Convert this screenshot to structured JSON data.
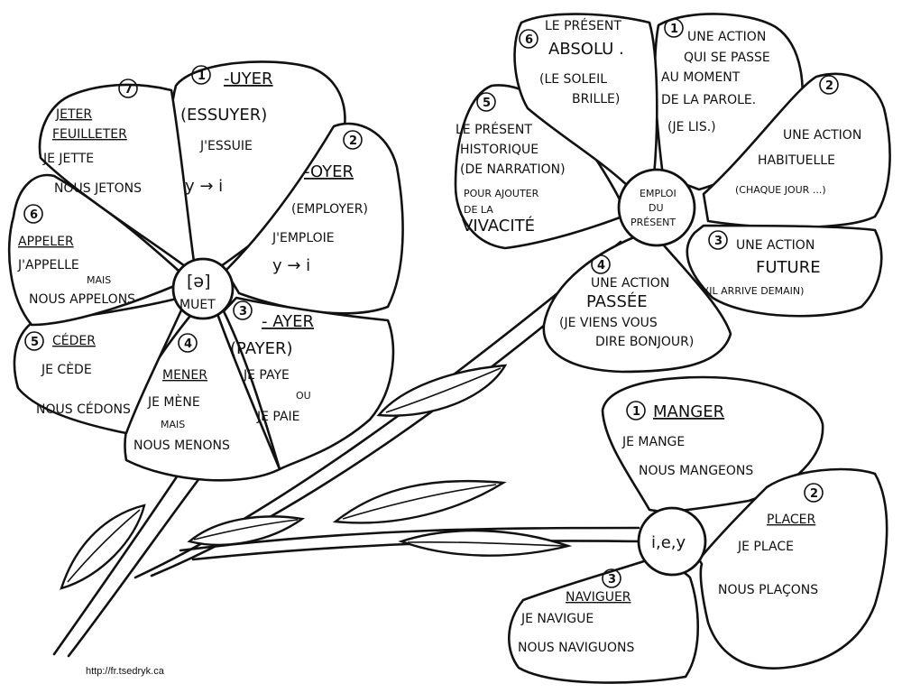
{
  "flower_left": {
    "center": {
      "symbol": "[ə]",
      "label": "MUET"
    },
    "petals": [
      {
        "num": "1",
        "lines": [
          "-UYER",
          "(ESSUYER)",
          "J'ESSUIE",
          "y → i"
        ]
      },
      {
        "num": "2",
        "lines": [
          "-OYER",
          "(EMPLOYER)",
          "J'EMPLOIE",
          "y → i"
        ]
      },
      {
        "num": "3",
        "lines": [
          "- AYER",
          "(PAYER)",
          "JE PAYE",
          "OU",
          "JE PAIE"
        ]
      },
      {
        "num": "4",
        "lines": [
          "MENER",
          "JE MÈNE",
          "MAIS",
          "NOUS MENONS"
        ]
      },
      {
        "num": "5",
        "lines": [
          "CÉDER",
          "JE CÈDE",
          "NOUS CÉDONS"
        ]
      },
      {
        "num": "6",
        "lines": [
          "APPELER",
          "J'APPELLE",
          "MAIS",
          "NOUS APPELONS"
        ]
      },
      {
        "num": "7",
        "lines": [
          "JETER",
          "FEUILLETER",
          "JE JETTE",
          "NOUS JETONS"
        ]
      }
    ]
  },
  "flower_top": {
    "center": {
      "lines": [
        "EMPLOI",
        "DU",
        "PRÉSENT"
      ]
    },
    "petals": [
      {
        "num": "1",
        "lines": [
          "UNE ACTION",
          "QUI SE PASSE",
          "AU MOMENT",
          "DE LA PAROLE.",
          "(JE LIS.)"
        ]
      },
      {
        "num": "2",
        "lines": [
          "UNE ACTION",
          "HABITUELLE",
          "(CHAQUE JOUR ...)"
        ]
      },
      {
        "num": "3",
        "lines": [
          "UNE ACTION",
          "FUTURE",
          "(IL ARRIVE DEMAIN)"
        ]
      },
      {
        "num": "4",
        "lines": [
          "UNE ACTION",
          "PASSÉE",
          "(JE VIENS VOUS",
          "DIRE BONJOUR)"
        ]
      },
      {
        "num": "5",
        "lines": [
          "LE PRÉSENT",
          "HISTORIQUE",
          "(DE NARRATION)",
          "POUR AJOUTER",
          "DE LA",
          "VIVACITÉ"
        ]
      },
      {
        "num": "6",
        "lines": [
          "LE PRÉSENT",
          "ABSOLU .",
          "(LE SOLEIL",
          "BRILLE)"
        ]
      }
    ]
  },
  "flower_bottom": {
    "center": {
      "label": "i,e,y"
    },
    "petals": [
      {
        "num": "1",
        "lines": [
          "MANGER",
          "JE MANGE",
          "NOUS MANGEONS"
        ]
      },
      {
        "num": "2",
        "lines": [
          "PLACER",
          "JE PLACE",
          "NOUS PLAÇONS"
        ]
      },
      {
        "num": "3",
        "lines": [
          "NAVIGUER",
          "JE NAVIGUE",
          "NOUS NAVIGUONS"
        ]
      }
    ]
  },
  "credit": "http://fr.tsedryk.ca"
}
